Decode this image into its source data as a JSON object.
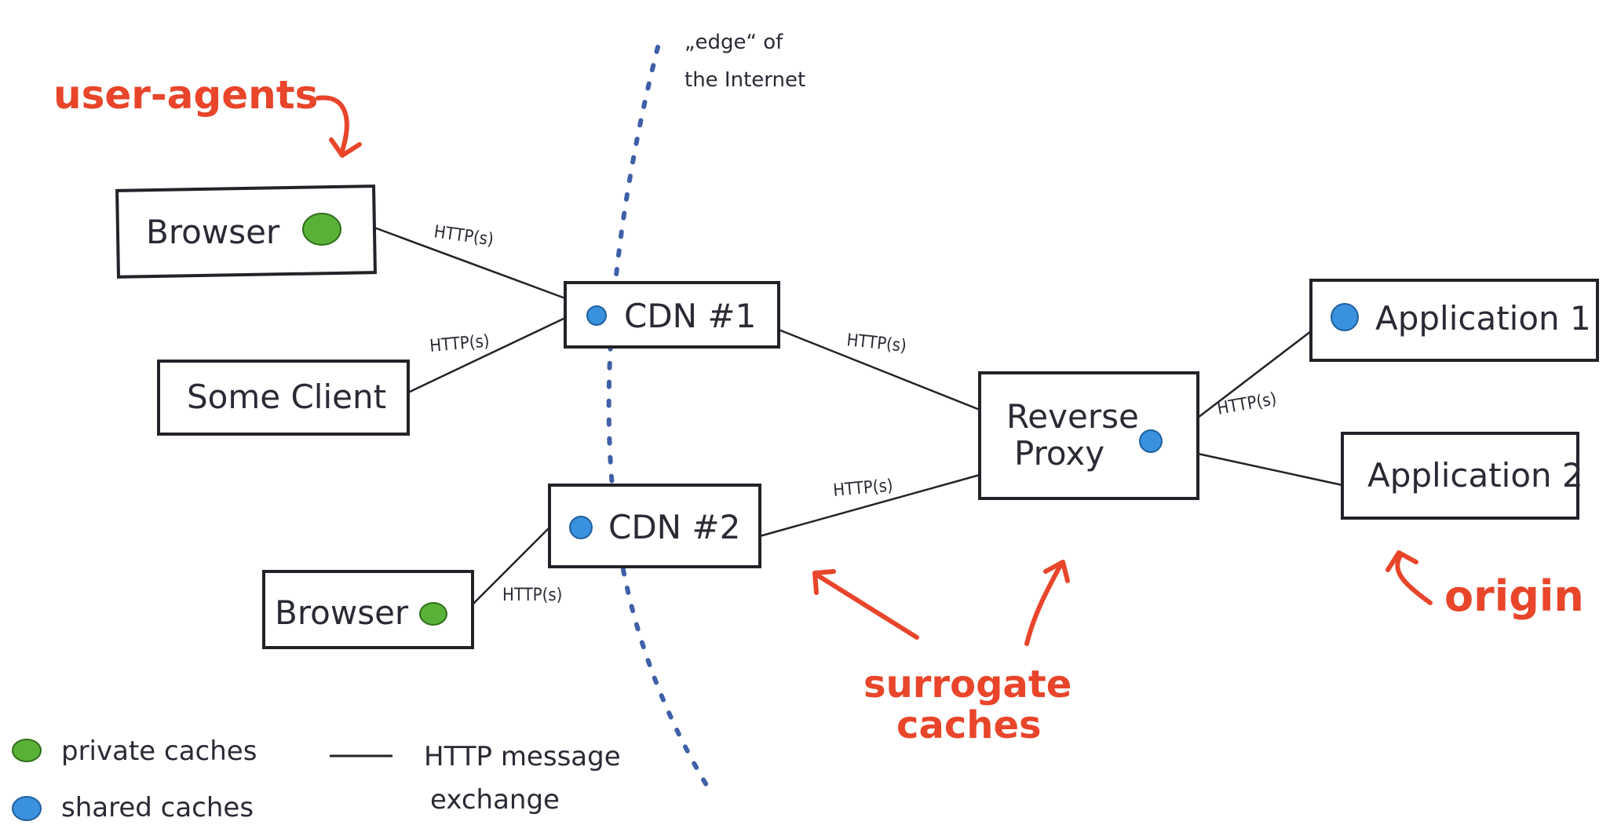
{
  "colors": {
    "private_cache": "#5ab137",
    "shared_cache": "#3a91de",
    "annotation": "#e8452a",
    "edge_line": "#3f5fa8"
  },
  "edge_note": {
    "line1": "„edge“ of",
    "line2": "the Internet"
  },
  "annotations": {
    "user_agents": "user-agents",
    "surrogate_line1": "surrogate",
    "surrogate_line2": "caches",
    "origin": "origin"
  },
  "nodes": {
    "browser_1": {
      "label": "Browser",
      "cache": "private"
    },
    "some_client": {
      "label": "Some Client"
    },
    "browser_2": {
      "label": "Browser",
      "cache": "private"
    },
    "cdn_1": {
      "label": "CDN #1",
      "cache": "shared"
    },
    "cdn_2": {
      "label": "CDN #2",
      "cache": "shared"
    },
    "reverse_proxy": {
      "label_line1": "Reverse",
      "label_line2": "Proxy",
      "cache": "shared"
    },
    "application_1": {
      "label": "Application 1",
      "cache": "shared"
    },
    "application_2": {
      "label": "Application 2"
    }
  },
  "edges": {
    "browser1_cdn1": "HTTP(s)",
    "client_cdn1": "HTTP(s)",
    "cdn1_proxy": "HTTP(s)",
    "cdn2_proxy": "HTTP(s)",
    "browser2_cdn2": "HTTP(s)",
    "proxy_apps": "HTTP(s)"
  },
  "legend": {
    "private": "private caches",
    "shared": "shared caches",
    "message_line1": "HTTP message",
    "message_line2": "exchange"
  }
}
